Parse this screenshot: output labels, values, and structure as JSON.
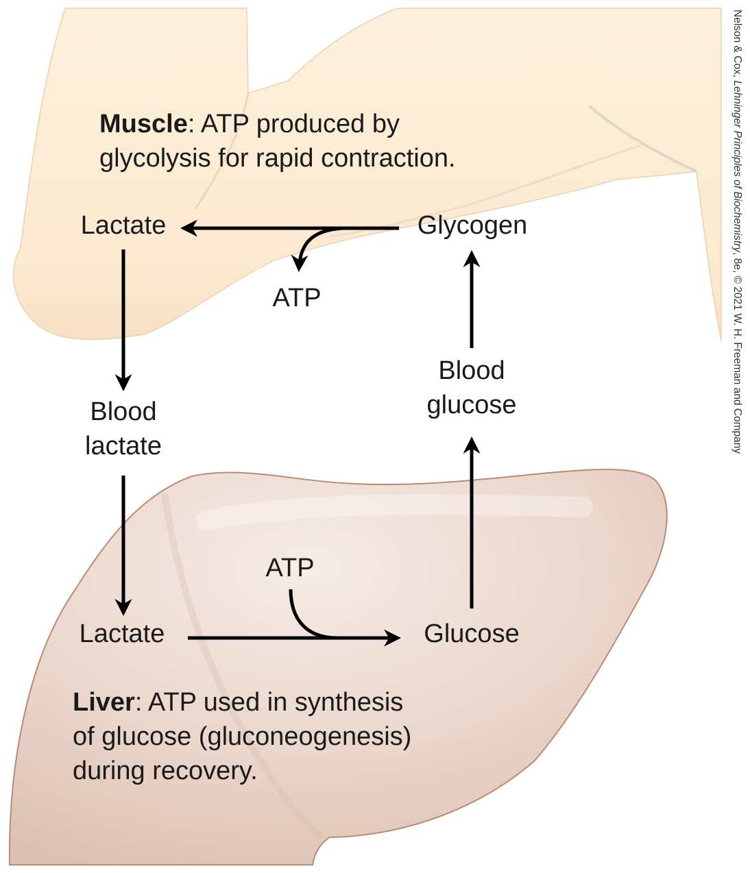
{
  "muscle": {
    "caption_bold": "Muscle",
    "caption_line1_rest": ": ATP produced by",
    "caption_line2": "glycolysis for rapid contraction.",
    "lactate": "Lactate",
    "glycogen": "Glycogen",
    "atp": "ATP"
  },
  "blood": {
    "lactate_line1": "Blood",
    "lactate_line2": "lactate",
    "glucose_line1": "Blood",
    "glucose_line2": "glucose"
  },
  "liver": {
    "caption_bold": "Liver",
    "caption_line1_rest": ": ATP used in synthesis",
    "caption_line2": "of glucose (gluconeogenesis)",
    "caption_line3": "during recovery.",
    "lactate": "Lactate",
    "glucose": "Glucose",
    "atp": "ATP"
  },
  "credit": {
    "authors": "Nelson & Cox, ",
    "book": "Lehninger Principles of Biochemistry",
    "rest": ", 8e, © 2021 W. H. Freeman and Company"
  },
  "colors": {
    "muscle_fill": "#fcecd4",
    "muscle_outline": "#e6cba6",
    "liver_fill": "#e8d2c6",
    "liver_outline": "#b98a74",
    "arrow": "#000000"
  }
}
